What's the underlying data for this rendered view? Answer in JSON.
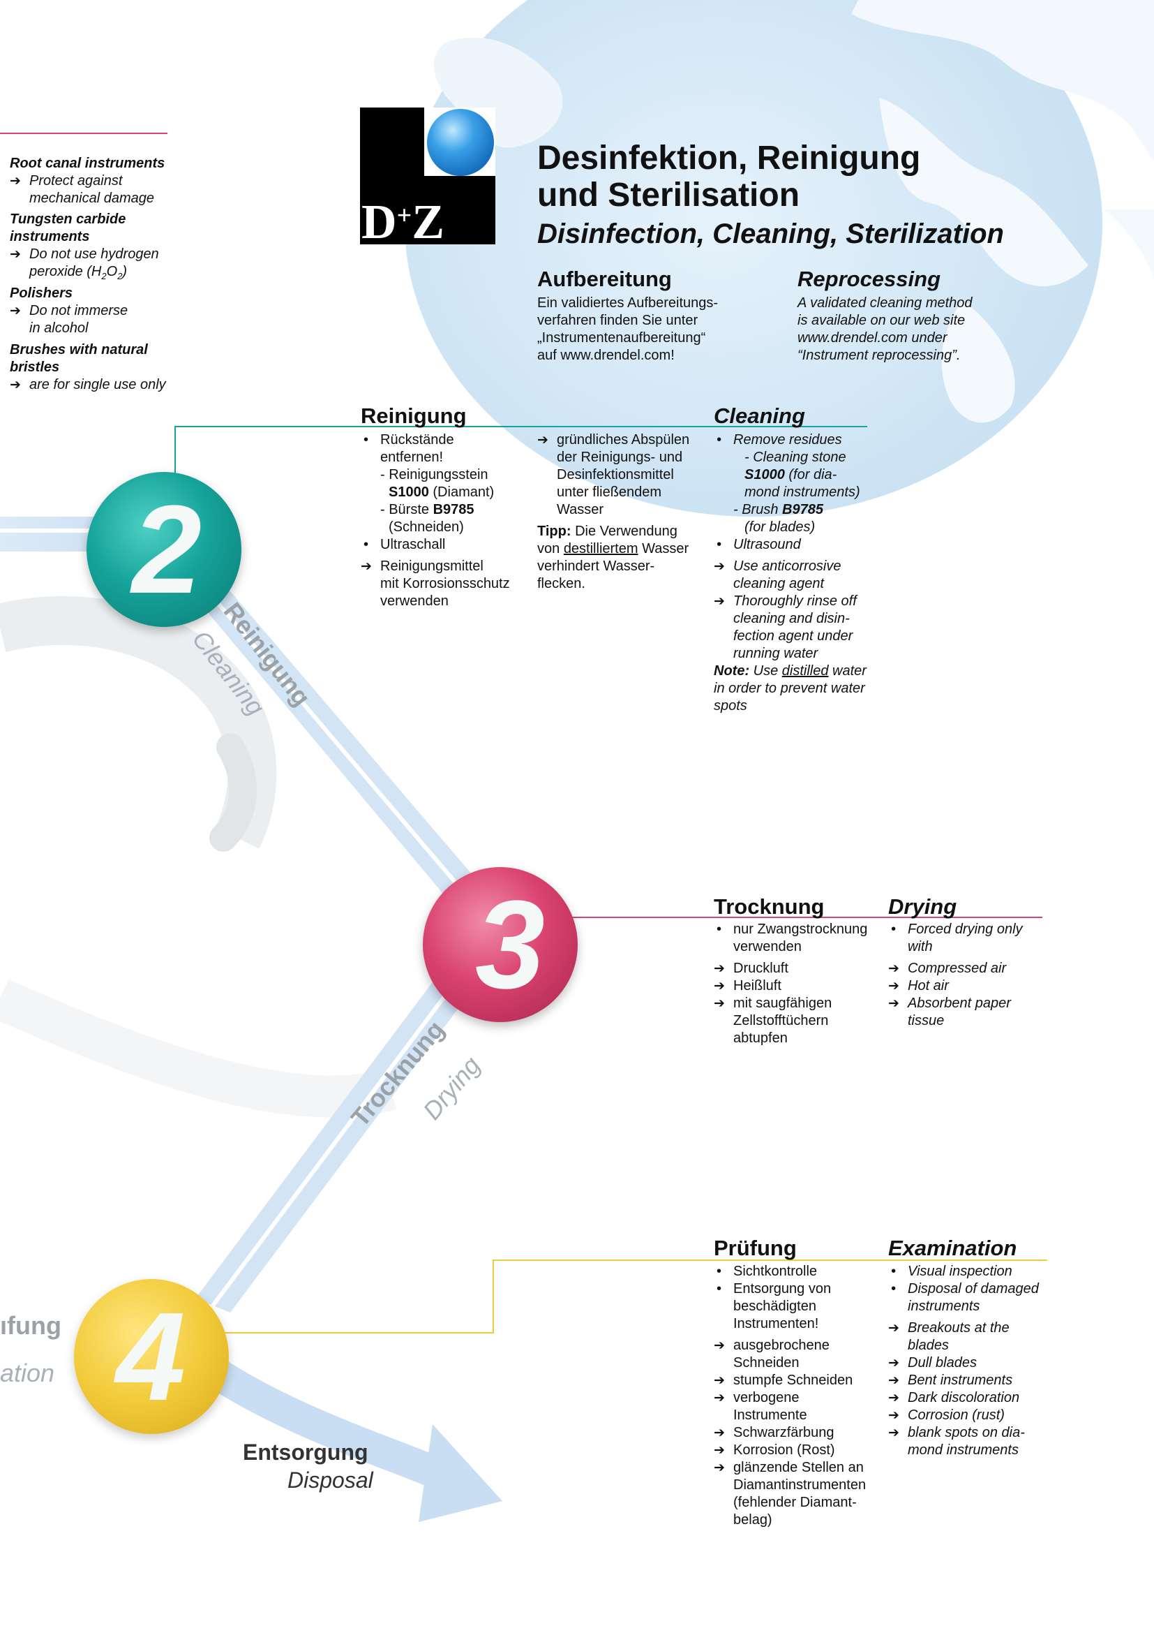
{
  "logo": {
    "text_left": "D",
    "text_plus": "+",
    "text_right": "Z"
  },
  "title": {
    "de_line1": "Desinfektion, Reinigung",
    "de_line2": "und Sterilisation",
    "en": "Disinfection, Cleaning, Sterilization"
  },
  "aufbereitung": {
    "heading": "Aufbereitung",
    "lines": [
      "Ein validiertes Aufbereitungs-",
      "verfahren finden Sie unter",
      "„Instrumentenaufbereitung“",
      "auf www.drendel.com!"
    ]
  },
  "reprocessing": {
    "heading": "Reprocessing",
    "lines": [
      "A validated cleaning method",
      "is available on our web site",
      "www.drendel.com under",
      "“Instrument reprocessing”."
    ]
  },
  "sidebar": {
    "items": [
      {
        "title": "Root canal instruments",
        "note1": "Protect against",
        "note2": "mechanical damage"
      },
      {
        "title1": "Tungsten carbide",
        "title2": "instruments",
        "note1": "Do not use hydrogen",
        "note2_pre": "peroxide (H",
        "sub1": "2",
        "mid": "O",
        "sub2": "2",
        "post": ")"
      },
      {
        "title": "Polishers",
        "note1": "Do not immerse",
        "note2": "in alcohol"
      },
      {
        "title1": "Brushes with natural",
        "title2": "bristles",
        "note1": "are for single use only"
      }
    ]
  },
  "cleaning_de": {
    "heading": "Reinigung",
    "col1": [
      "Rückstände",
      "entfernen!",
      "- Reinigungsstein",
      "S1000",
      " (Diamant)",
      "- Bürste ",
      "B9785",
      "(Schneiden)",
      "Ultraschall",
      "Reinigungsmittel",
      "mit Korrosionsschutz",
      "verwenden"
    ],
    "col2": [
      "gründliches Abspülen",
      "der Reinigungs- und",
      "Desinfektionsmittel",
      "unter fließendem",
      "Wasser"
    ],
    "tip_label": "Tipp:",
    "tip_lines": [
      " Die Verwendung",
      "von ",
      "destilliertem",
      " Wasser",
      "verhindert Wasser-",
      "flecken."
    ]
  },
  "cleaning_en": {
    "heading": "Cleaning",
    "lines": [
      "Remove residues",
      "- Cleaning stone",
      "S1000",
      " (for dia-",
      "mond instruments)",
      "- Brush ",
      "B9785",
      "(for blades)",
      "Ultrasound",
      "Use anticorrosive",
      "cleaning agent",
      "Thoroughly rinse off",
      "cleaning and disin-",
      "fection agent under",
      "running water"
    ],
    "note_label": "Note:",
    "note_lines": [
      " Use ",
      "distilled",
      " water",
      "in order to prevent water",
      "spots"
    ]
  },
  "drying_de": {
    "heading": "Trocknung",
    "lines": [
      "nur Zwangstrocknung",
      "verwenden",
      "Druckluft",
      "Heißluft",
      "mit saugfähigen",
      "Zellstofftüchern",
      "abtupfen"
    ]
  },
  "drying_en": {
    "heading": "Drying",
    "lines": [
      "Forced drying only",
      "with",
      "Compressed air",
      "Hot air",
      "Absorbent paper",
      "tissue"
    ]
  },
  "exam_de": {
    "heading": "Prüfung",
    "lines": [
      "Sichtkontrolle",
      "Entsorgung von",
      "beschädigten",
      "Instrumenten!",
      "ausgebrochene",
      "Schneiden",
      "stumpfe Schneiden",
      "verbogene",
      "Instrumente",
      "Schwarzfärbung",
      "Korrosion (Rost)",
      "glänzende Stellen an",
      "Diamantinstrumenten",
      "(fehlender Diamant-",
      "belag)"
    ]
  },
  "exam_en": {
    "heading": "Examination",
    "lines": [
      "Visual inspection",
      "Disposal of damaged",
      "instruments",
      "Breakouts at the",
      "blades",
      "Dull blades",
      "Bent instruments",
      "Dark discoloration",
      "Corrosion (rust)",
      "blank spots on dia-",
      "mond instruments"
    ]
  },
  "steps": {
    "two": {
      "num": "2",
      "de": "Reinigung",
      "en": "Cleaning"
    },
    "three": {
      "num": "3",
      "de": "Trocknung",
      "en": "Drying"
    },
    "four": {
      "num": "4",
      "de_partial": "ıfung",
      "en_partial": "ation"
    }
  },
  "disposal": {
    "de": "Entsorgung",
    "en": "Disposal"
  },
  "colors": {
    "teal": "#15a39a",
    "pink": "#d9436e",
    "yellow": "#f2cb3a",
    "blue_globe": "#cfe5f4",
    "band": "#cfe0f1"
  }
}
